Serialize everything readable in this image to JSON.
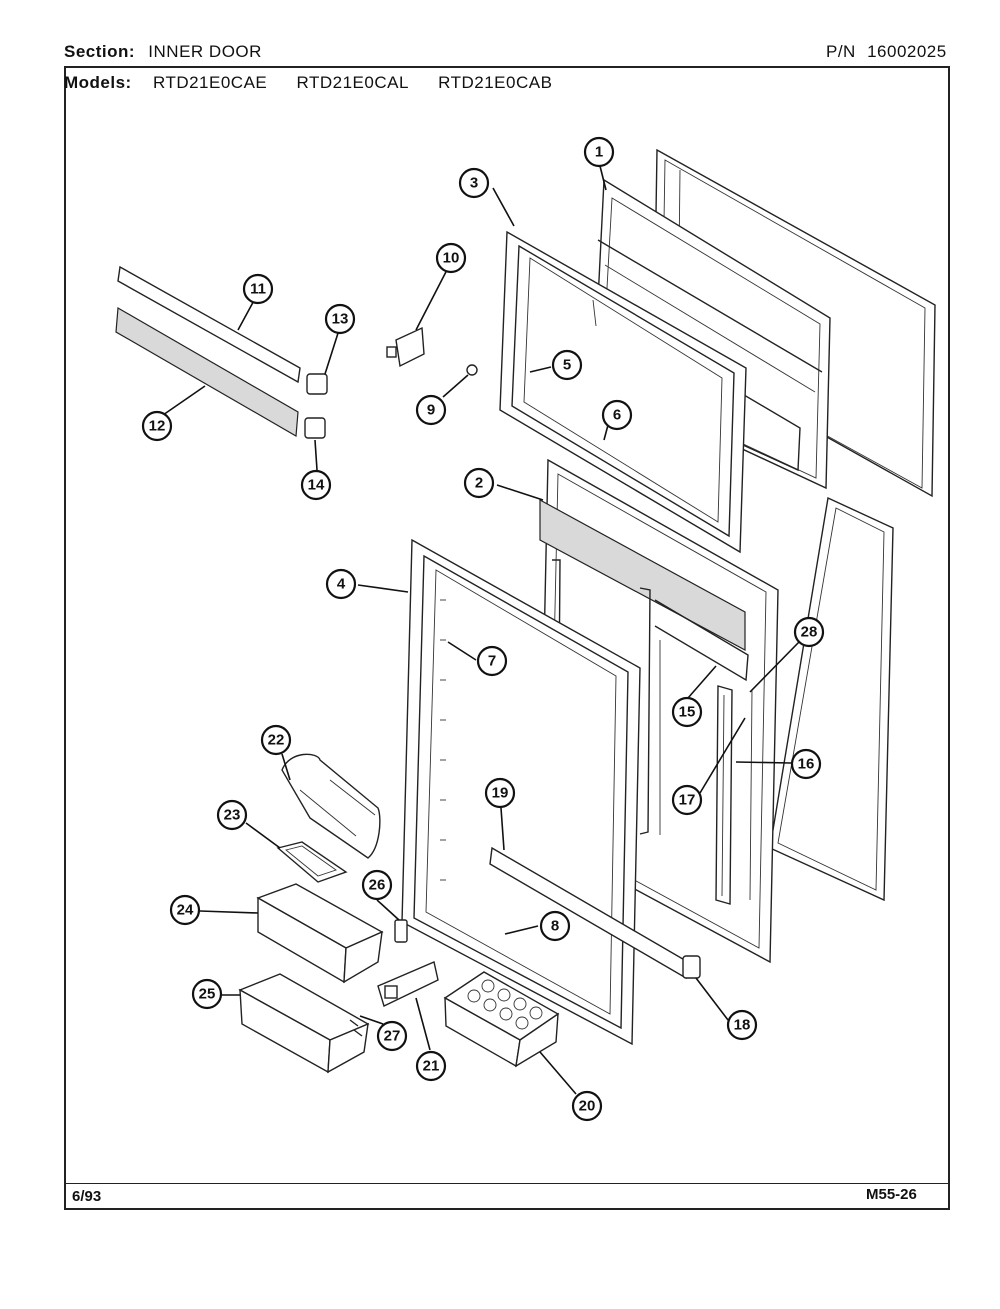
{
  "header": {
    "section_label": "Section:",
    "section_value": "INNER DOOR",
    "pn_label": "P/N",
    "pn_value": "16002025",
    "models_label": "Models:",
    "models": [
      "RTD21E0CAE",
      "RTD21E0CAL",
      "RTD21E0CAB"
    ]
  },
  "footer": {
    "date": "6/93",
    "code": "M55-26"
  },
  "callouts": [
    "1",
    "2",
    "3",
    "4",
    "5",
    "6",
    "7",
    "8",
    "9",
    "10",
    "11",
    "12",
    "13",
    "14",
    "15",
    "16",
    "17",
    "18",
    "19",
    "20",
    "21",
    "22",
    "23",
    "24",
    "25",
    "26",
    "27",
    "28"
  ]
}
